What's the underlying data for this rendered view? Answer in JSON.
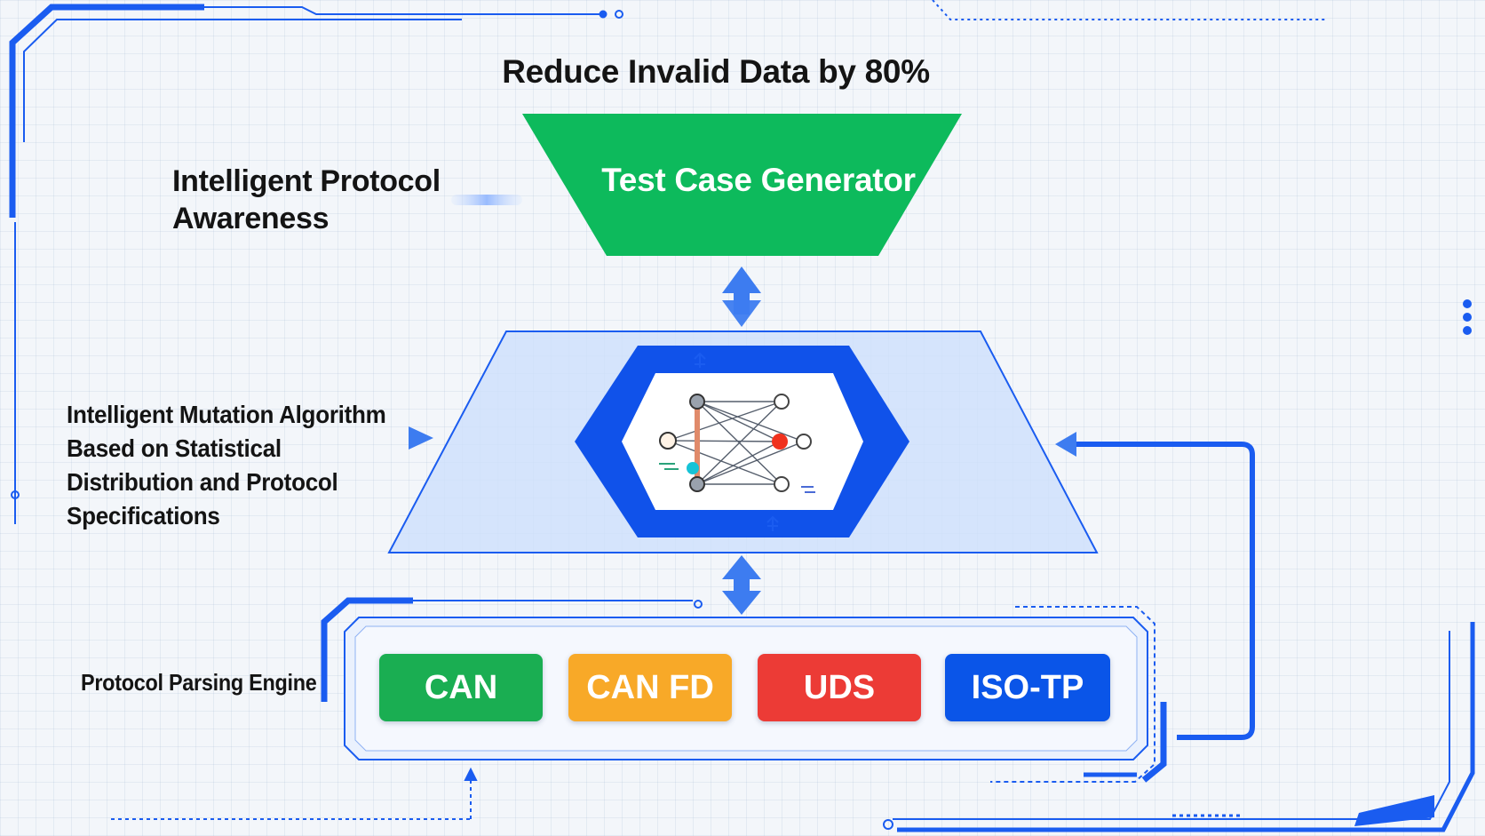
{
  "title": "Reduce Invalid Data by 80%",
  "labels": {
    "awareness": "Intelligent Protocol Awareness",
    "mutation": "Intelligent Mutation Algorithm Based on Statistical Distribution and Protocol Specifications",
    "parsing": "Protocol Parsing Engine"
  },
  "generator": {
    "label": "Test Case Generator",
    "color": "#0dba5c"
  },
  "protocols": [
    {
      "label": "CAN",
      "color": "#1aae52"
    },
    {
      "label": "CAN FD",
      "color": "#f8a928"
    },
    {
      "label": "UDS",
      "color": "#ec3b36"
    },
    {
      "label": "ISO-TP",
      "color": "#0a55e8"
    }
  ],
  "colors": {
    "accent_blue": "#1a5cf0",
    "panel_fill": "#cfe0fb",
    "hexagon": "#1052ea"
  },
  "icons": [
    "neural-network-icon",
    "double-arrow-icon",
    "feedback-arrow-icon"
  ]
}
